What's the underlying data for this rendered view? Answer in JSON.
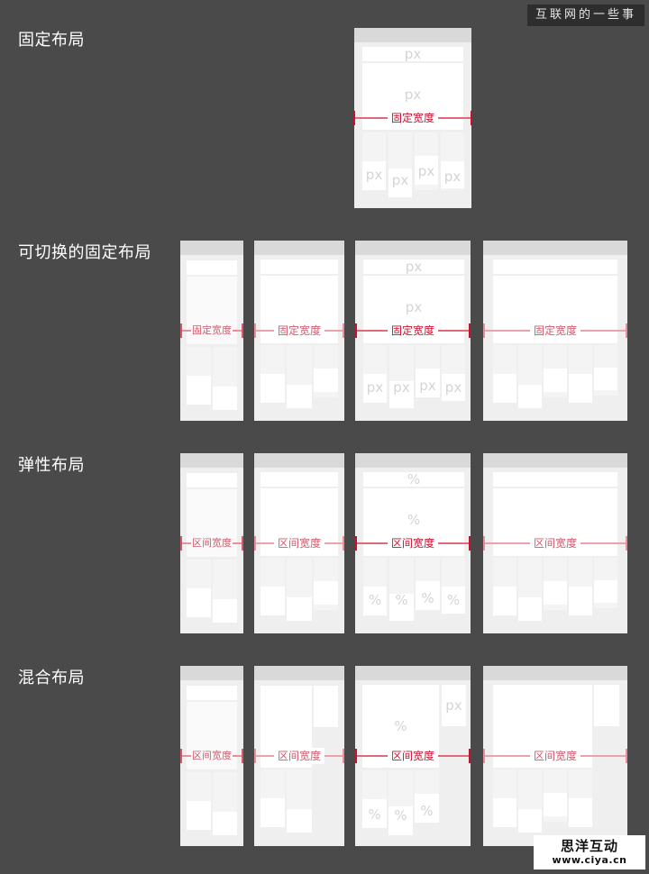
{
  "badge": "互联网的一些事",
  "watermark": {
    "title": "思洋互动",
    "url": "www.ciya.cn"
  },
  "colors": {
    "background": "#4a4a4a",
    "card": "#efefef",
    "topbar": "#d9d9d9",
    "accent_strong": "#c8102e",
    "accent_light": "#e8909c"
  },
  "sections": [
    {
      "title": "固定布局",
      "measure_label": "固定宽度",
      "unit": "px"
    },
    {
      "title": "可切换的固定布局",
      "measure_label": "固定宽度",
      "unit": "px"
    },
    {
      "title": "弹性布局",
      "measure_label": "区间宽度",
      "unit": "%"
    },
    {
      "title": "混合布局",
      "measure_label": "区间宽度",
      "unit_main": "%",
      "unit_side": "px"
    }
  ]
}
